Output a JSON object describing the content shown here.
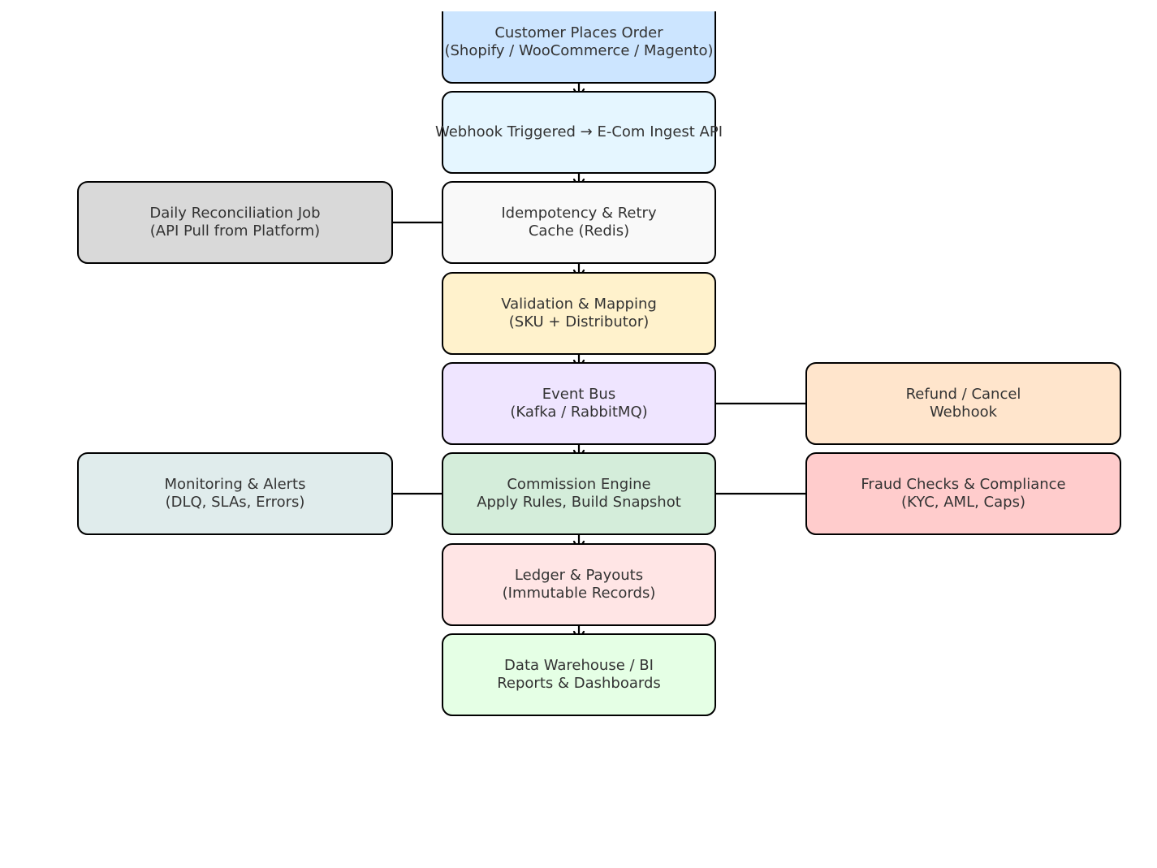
{
  "nodes": {
    "order": {
      "lines": [
        "Customer Places Order",
        "(Shopify / WooCommerce / Magento)"
      ],
      "color": "#cce5ff"
    },
    "webhook": {
      "lines": [
        "Webhook Triggered → E-Com Ingest API"
      ],
      "color": "#e5f6ff"
    },
    "idempotency": {
      "lines": [
        "Idempotency & Retry",
        "Cache (Redis)"
      ],
      "color": "#f9f9f9"
    },
    "validation": {
      "lines": [
        "Validation & Mapping",
        "(SKU + Distributor)"
      ],
      "color": "#fff2cc"
    },
    "eventbus": {
      "lines": [
        "Event Bus",
        "(Kafka / RabbitMQ)"
      ],
      "color": "#efe5ff"
    },
    "commission": {
      "lines": [
        "Commission Engine",
        "Apply Rules, Build Snapshot"
      ],
      "color": "#d4edda"
    },
    "ledger": {
      "lines": [
        "Ledger & Payouts",
        "(Immutable Records)"
      ],
      "color": "#ffe5e5"
    },
    "warehouse": {
      "lines": [
        "Data Warehouse / BI",
        "Reports & Dashboards"
      ],
      "color": "#e5ffe5"
    },
    "reconciliation": {
      "lines": [
        "Daily Reconciliation Job",
        "(API Pull from Platform)"
      ],
      "color": "#d9d9d9"
    },
    "monitoring": {
      "lines": [
        "Monitoring & Alerts",
        "(DLQ, SLAs, Errors)"
      ],
      "color": "#e0ecec"
    },
    "refund": {
      "lines": [
        "Refund / Cancel",
        "Webhook"
      ],
      "color": "#ffe5cc"
    },
    "fraud": {
      "lines": [
        "Fraud Checks & Compliance",
        "(KYC, AML, Caps)"
      ],
      "color": "#ffcccc"
    }
  },
  "edges": [
    {
      "from": "order",
      "to": "webhook"
    },
    {
      "from": "webhook",
      "to": "idempotency"
    },
    {
      "from": "idempotency",
      "to": "validation"
    },
    {
      "from": "validation",
      "to": "eventbus"
    },
    {
      "from": "eventbus",
      "to": "commission"
    },
    {
      "from": "commission",
      "to": "ledger"
    },
    {
      "from": "ledger",
      "to": "warehouse"
    },
    {
      "from": "reconciliation",
      "to": "idempotency"
    },
    {
      "from": "monitoring",
      "to": "commission"
    },
    {
      "from": "refund",
      "to": "eventbus"
    },
    {
      "from": "fraud",
      "to": "commission"
    }
  ],
  "style": {
    "border_color": "#000000",
    "text_color": "#333333",
    "arrow_color": "#000000"
  }
}
